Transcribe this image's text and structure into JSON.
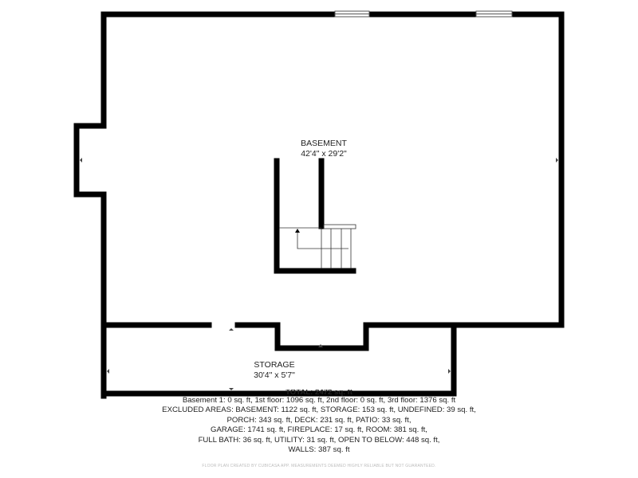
{
  "rooms": [
    {
      "name": "BASEMENT",
      "dimensions": "42'4\" x 29'2\""
    },
    {
      "name": "STORAGE",
      "dimensions": "30'4\" x 5'7\""
    }
  ],
  "summary": {
    "total": "TOTAL: 2472 sq. ft",
    "lines": [
      "Basement 1: 0 sq. ft, 1st floor: 1096 sq. ft, 2nd floor: 0 sq. ft, 3rd floor: 1376 sq. ft",
      "EXCLUDED AREAS: BASEMENT: 1122 sq. ft, STORAGE: 153 sq. ft, UNDEFINED: 39 sq. ft,",
      "PORCH: 343 sq. ft, DECK: 231 sq. ft, PATIO: 33 sq. ft,",
      "GARAGE: 1741 sq. ft, FIREPLACE: 17 sq. ft, ROOM: 381 sq. ft,",
      "FULL BATH: 36 sq. ft, UTILITY: 31 sq. ft, OPEN TO BELOW: 448 sq. ft,",
      "WALLS: 387 sq. ft"
    ],
    "credit": "FLOOR PLAN CREATED BY CUBICASA APP. MEASUREMENTS DEEMED HIGHLY RELIABLE BUT NOT GUARANTEED."
  }
}
